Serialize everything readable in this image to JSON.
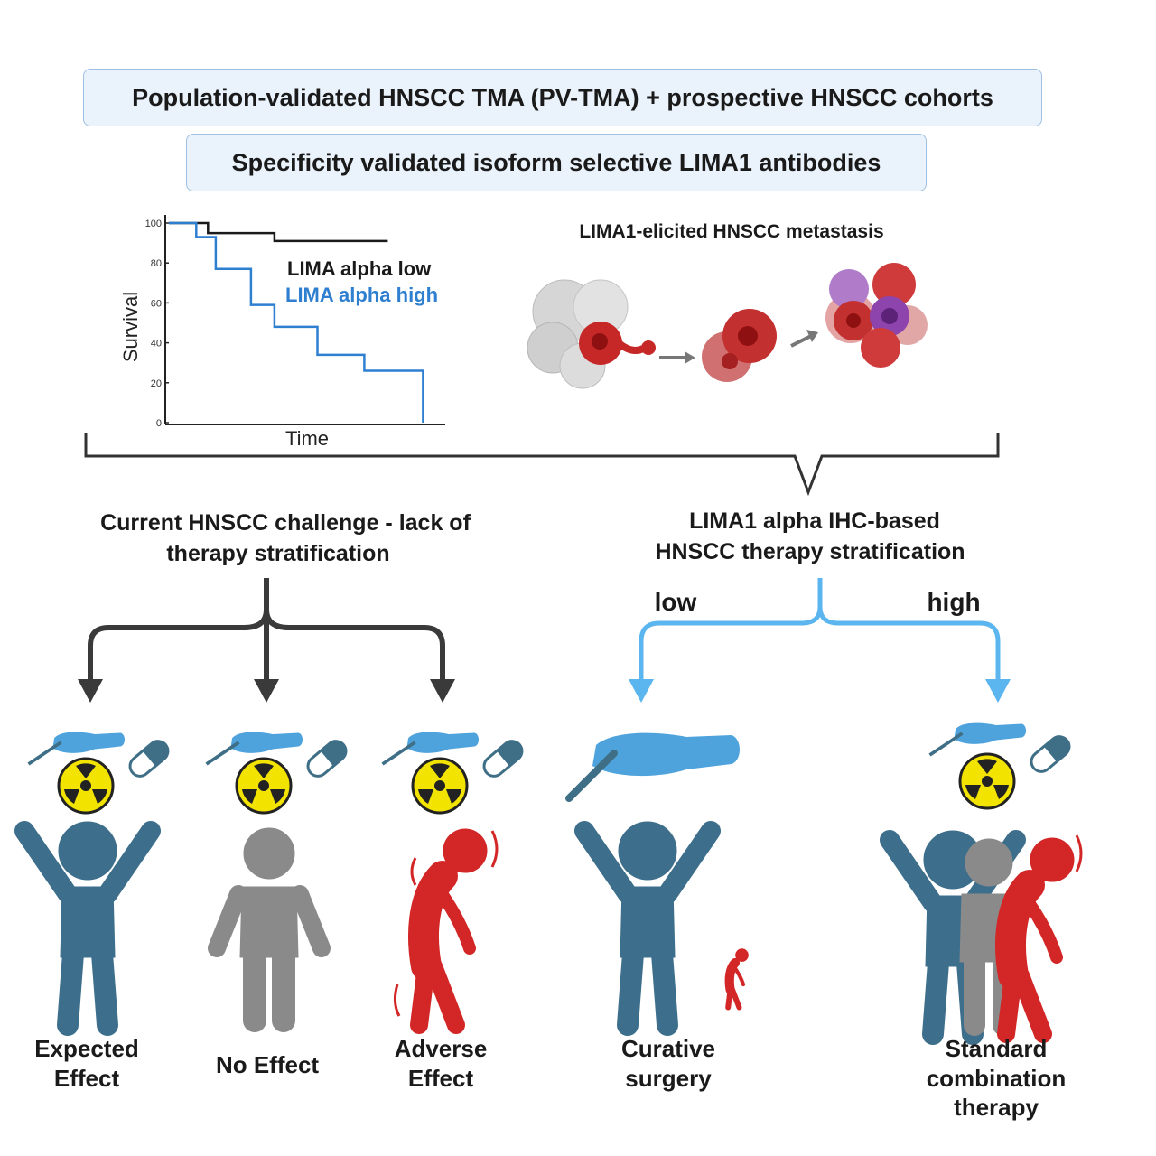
{
  "header": {
    "box1": "Population-validated HNSCC TMA (PV-TMA) + prospective HNSCC cohorts",
    "box2": "Specificity validated isoform selective LIMA1 antibodies"
  },
  "survival_plot": {
    "ylabel": "Survival",
    "xlabel": "Time",
    "yticks": [
      "100",
      "80",
      "60",
      "40",
      "20",
      "0"
    ],
    "legend_low": "LIMA alpha low",
    "legend_high": "LIMA alpha high",
    "colors": {
      "low": "#1a1a1a",
      "high": "#2f7fd0"
    }
  },
  "chart_data": {
    "type": "line",
    "xlabel": "Time",
    "ylabel": "Survival",
    "ylim": [
      0,
      100
    ],
    "grid": false,
    "legend": "top-right",
    "series": [
      {
        "name": "LIMA alpha low",
        "x": [
          0,
          10,
          10,
          27,
          27,
          56
        ],
        "y": [
          100,
          100,
          95,
          95,
          91,
          91
        ]
      },
      {
        "name": "LIMA alpha high",
        "x": [
          0,
          7,
          7,
          12,
          12,
          21,
          21,
          27,
          27,
          38,
          38,
          50,
          50,
          65,
          65
        ],
        "y": [
          100,
          100,
          93,
          93,
          77,
          77,
          59,
          59,
          48,
          48,
          34,
          34,
          26,
          26,
          0
        ]
      }
    ]
  },
  "metastasis": {
    "title": "LIMA1-elicited HNSCC metastasis"
  },
  "left_panel": {
    "title_line1": "Current HNSCC challenge - lack of",
    "title_line2": "therapy stratification",
    "outcomes": [
      {
        "line1": "Expected",
        "line2": "Effect"
      },
      {
        "line1": "No Effect",
        "line2": ""
      },
      {
        "line1": "Adverse",
        "line2": "Effect"
      }
    ]
  },
  "right_panel": {
    "title_line1": "LIMA1 alpha IHC-based",
    "title_line2": "HNSCC therapy stratification",
    "low_label": "low",
    "high_label": "high",
    "outcome_low": {
      "line1": "Curative",
      "line2": "surgery"
    },
    "outcome_high": {
      "line1": "Standard",
      "line2": "combination",
      "line3": "therapy"
    }
  },
  "icons": [
    "scalpel-hand-icon",
    "radiation-icon",
    "pill-icon",
    "person-icon",
    "tumor-cell-icon"
  ],
  "colors": {
    "blue_person": "#3d6f8c",
    "gray_person": "#8a8a8a",
    "red_person": "#d32626",
    "glove_blue": "#4ea3dc",
    "arrow_dark": "#3a3a3a",
    "arrow_light": "#5bb5ef",
    "radiation_yellow": "#f2e300"
  }
}
